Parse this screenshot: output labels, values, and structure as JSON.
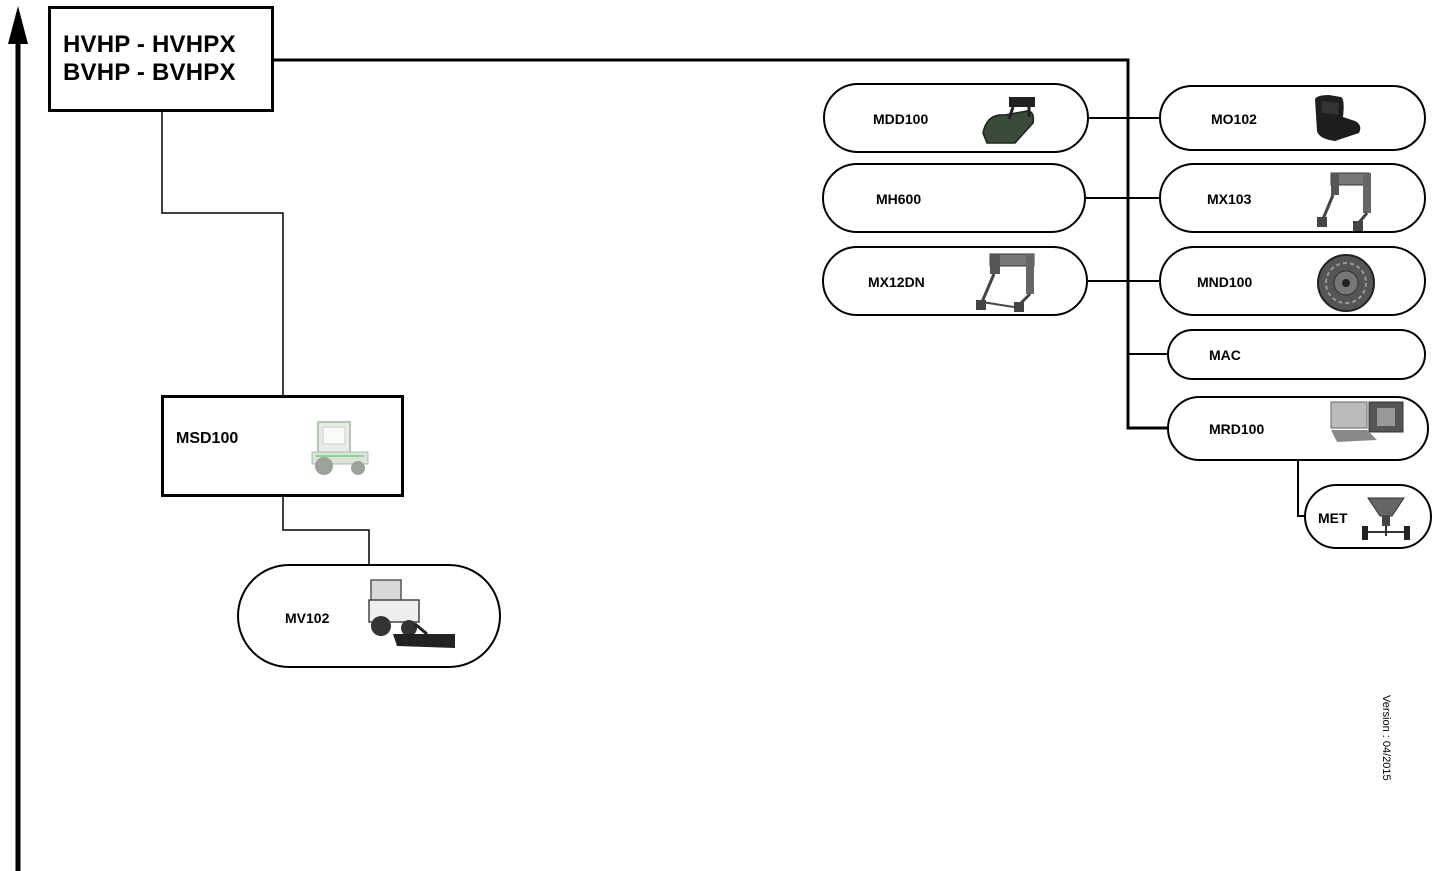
{
  "root": {
    "line1": "HVHP - HVHPX",
    "line2": "BVHP - BVHPX"
  },
  "nodes": {
    "msd100": "MSD100",
    "mv102": "MV102",
    "mdd100": "MDD100",
    "mh600": "MH600",
    "mx12dn": "MX12DN",
    "mo102": "MO102",
    "mx103": "MX103",
    "mnd100": "MND100",
    "mac": "MAC",
    "mrd100": "MRD100",
    "met": "MET"
  },
  "version": "Version : 04/2015",
  "icons": {
    "msd100": "cab-tractor-icon",
    "mv102": "snow-blade-tractor-icon",
    "mdd100": "hitch-bracket-icon",
    "mx12dn": "frame-bracket-icon",
    "mo102": "seat-icon",
    "mx103": "frame-bracket-icon",
    "mnd100": "snow-chain-wheel-icon",
    "mrd100": "rear-hopper-icon",
    "met": "salt-spreader-icon"
  }
}
